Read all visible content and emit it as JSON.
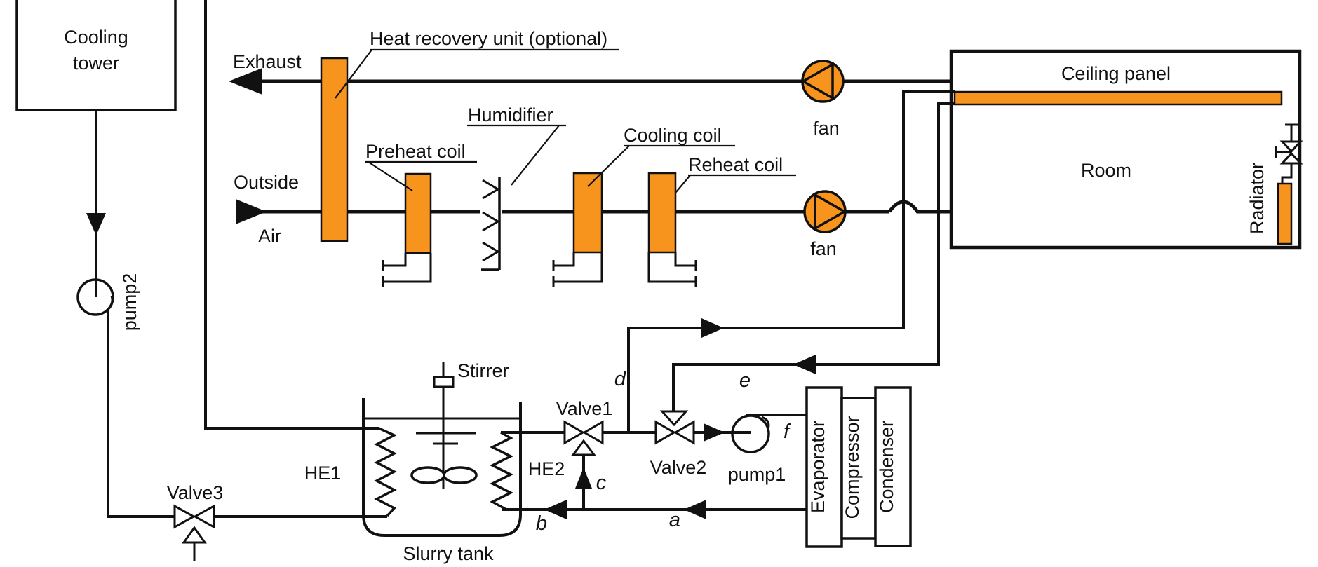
{
  "colors": {
    "component_orange": "#F7941E",
    "line_black": "#111111",
    "background": "#FFFFFF"
  },
  "labels": {
    "cooling_tower_line1": "Cooling",
    "cooling_tower_line2": "tower",
    "pump2": "pump2",
    "valve3": "Valve3",
    "exhaust": "Exhaust",
    "outside": "Outside",
    "air": "Air",
    "heat_recovery_unit": "Heat recovery unit (optional)",
    "preheat_coil": "Preheat coil",
    "humidifier": "Humidifier",
    "cooling_coil": "Cooling coil",
    "reheat_coil": "Reheat coil",
    "fan_exhaust": "fan",
    "fan_supply": "fan",
    "ceiling_panel": "Ceiling panel",
    "room": "Room",
    "radiator": "Radiator",
    "stirrer": "Stirrer",
    "he1": "HE1",
    "he2": "HE2",
    "slurry_tank": "Slurry tank",
    "valve1": "Valve1",
    "valve2": "Valve2",
    "pump1": "pump1",
    "evaporator": "Evaporator",
    "compressor": "Compressor",
    "condenser": "Condenser",
    "state_points": {
      "a": "a",
      "b": "b",
      "c": "c",
      "d": "d",
      "e": "e",
      "f": "f"
    }
  }
}
